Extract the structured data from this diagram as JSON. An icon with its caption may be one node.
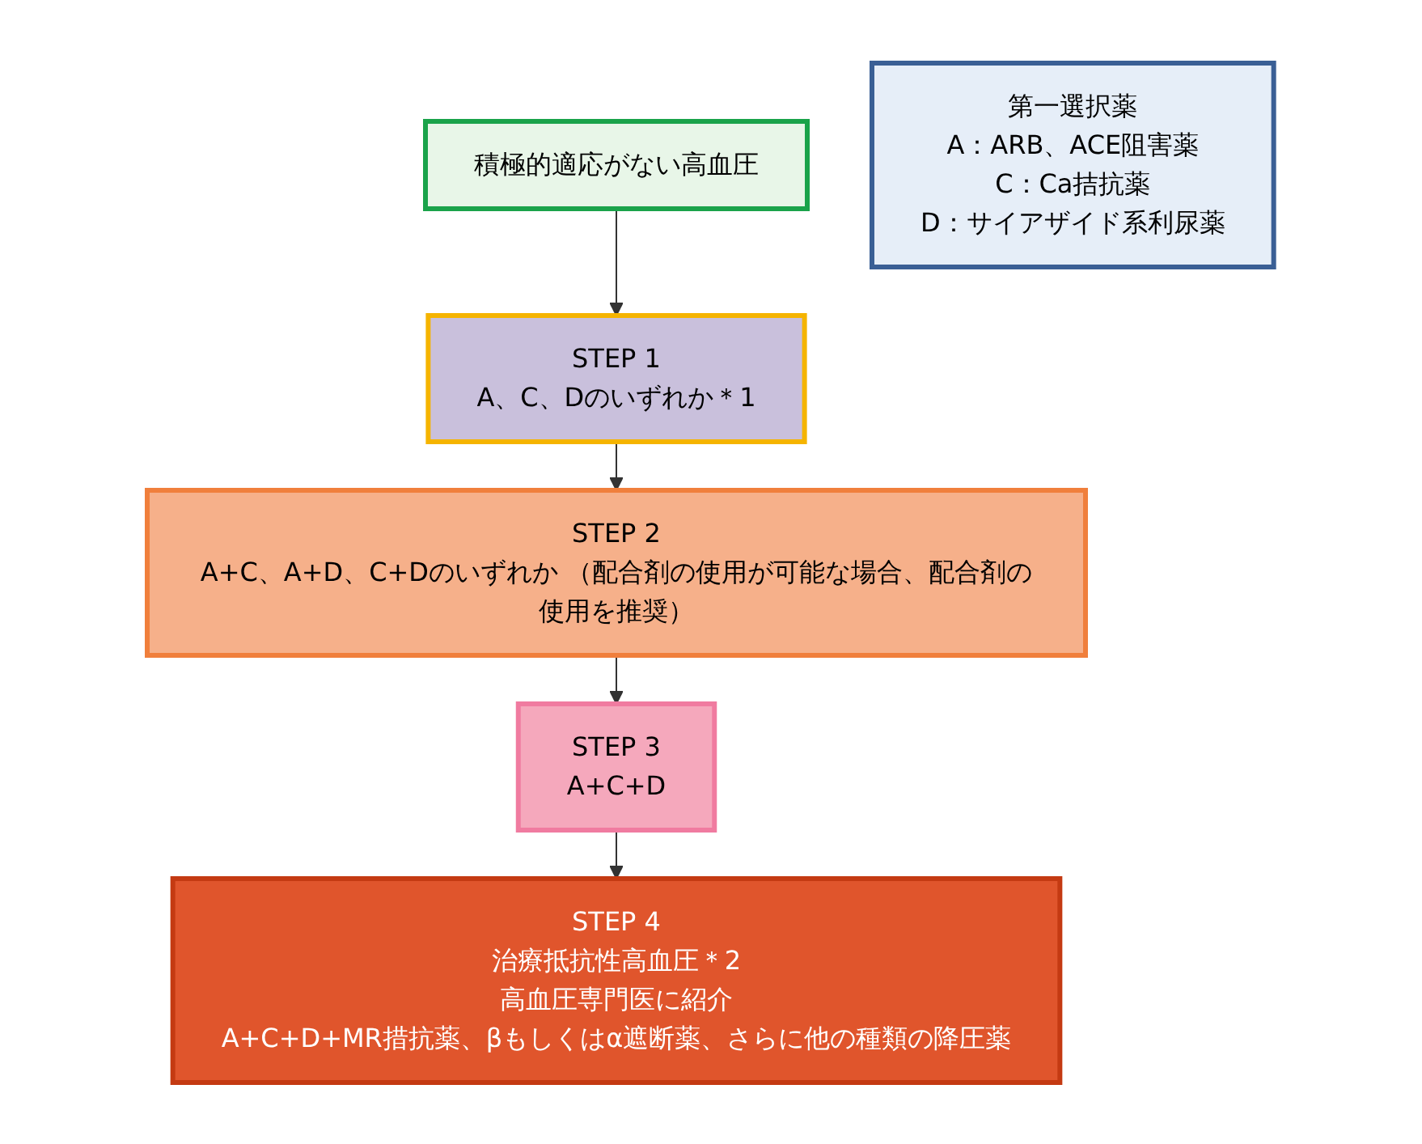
{
  "diagram": {
    "nodes": [
      {
        "text": [
          "積極的適応がない高血圧"
        ]
      },
      {
        "text": [
          "STEP 1",
          "A、C、Dのいずれか＊1"
        ]
      },
      {
        "text": [
          "STEP 2",
          "A+C、A+D、C+Dのいずれか （配合剤の使用が可能な場合、配合剤の使用を推奨）"
        ]
      },
      {
        "text": [
          "STEP 3",
          "A+C+D"
        ]
      },
      {
        "text": [
          "STEP 4",
          "治療抵抗性高血圧＊2",
          "高血圧専門医に紹介",
          "A+C+D+MR措抗薬、βもしくはα遮断薬、さらに他の種類の降圧薬"
        ]
      },
      {
        "text": [
          "第一選択薬",
          "A：ARB、ACE阻害薬",
          "C：Ca拮抗薬",
          "D：サイアザイド系利尿薬"
        ]
      }
    ],
    "edges": [
      {
        "from": 0,
        "to": 1,
        "arrow": "to"
      },
      {
        "from": 1,
        "to": 2,
        "arrow": "to"
      },
      {
        "from": 2,
        "to": 3,
        "arrow": "to"
      },
      {
        "from": 3,
        "to": 4,
        "arrow": "to"
      }
    ]
  }
}
